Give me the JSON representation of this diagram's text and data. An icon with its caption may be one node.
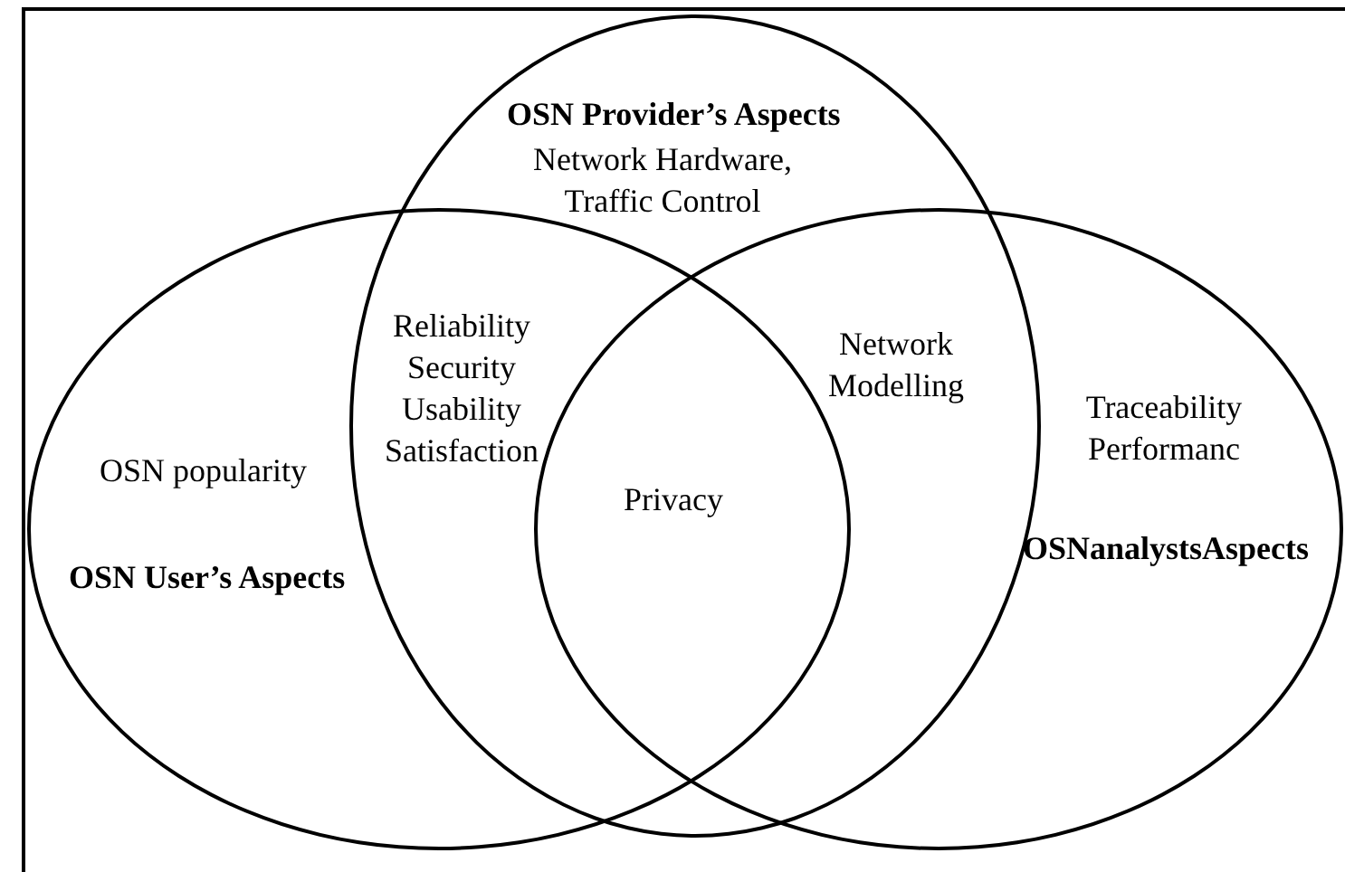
{
  "diagram": {
    "nodes": [
      {
        "text": [
          "OSN Provider’s Aspects",
          "Network Hardware, Traffic Control"
        ]
      },
      {
        "text": [
          "OSN popularity",
          "OSN User’s Aspects"
        ]
      },
      {
        "text": [
          "Traceability Performanc",
          "OSNanalystsAspects"
        ]
      }
    ],
    "labels": [
      "Reliability Security Usability Satisfaction",
      "Network Modelling",
      "Privacy"
    ]
  }
}
